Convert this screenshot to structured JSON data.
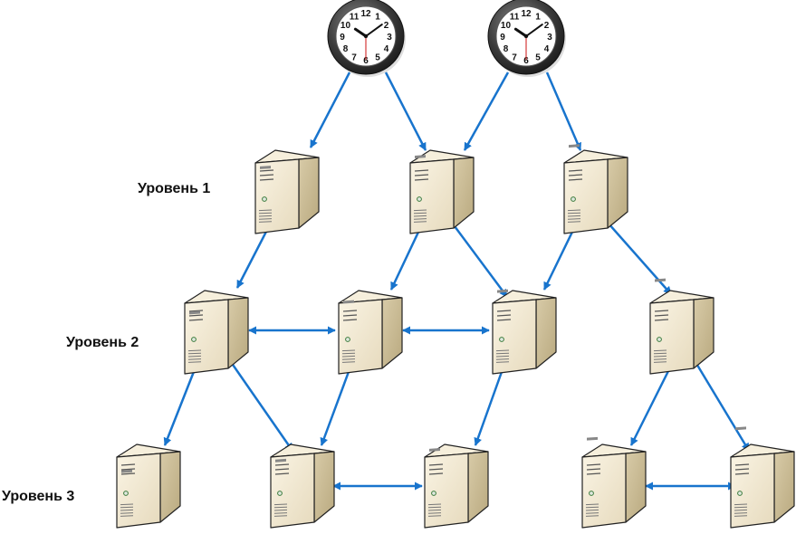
{
  "diagram": {
    "levels": [
      {
        "id": "level-1",
        "label": "Уровень 1"
      },
      {
        "id": "level-2",
        "label": "Уровень 2"
      },
      {
        "id": "level-3",
        "label": "Уровень 3"
      }
    ],
    "clocks": [
      {
        "id": "clock-1",
        "numerals": [
          "12",
          "1",
          "2",
          "3",
          "4",
          "5",
          "6",
          "7",
          "8",
          "9",
          "10",
          "11"
        ]
      },
      {
        "id": "clock-2",
        "numerals": [
          "12",
          "1",
          "2",
          "3",
          "4",
          "5",
          "6",
          "7",
          "8",
          "9",
          "10",
          "11"
        ]
      }
    ],
    "servers": [
      {
        "id": "s1-1",
        "level": 1
      },
      {
        "id": "s1-2",
        "level": 1
      },
      {
        "id": "s1-3",
        "level": 1
      },
      {
        "id": "s2-1",
        "level": 2
      },
      {
        "id": "s2-2",
        "level": 2
      },
      {
        "id": "s2-3",
        "level": 2
      },
      {
        "id": "s2-4",
        "level": 2
      },
      {
        "id": "s3-1",
        "level": 3
      },
      {
        "id": "s3-2",
        "level": 3
      },
      {
        "id": "s3-3",
        "level": 3
      },
      {
        "id": "s3-4",
        "level": 3
      },
      {
        "id": "s3-5",
        "level": 3
      }
    ],
    "links": [
      {
        "from": "clock-1",
        "to": "s1-1",
        "type": "directed"
      },
      {
        "from": "clock-1",
        "to": "s1-2",
        "type": "directed"
      },
      {
        "from": "clock-2",
        "to": "s1-2",
        "type": "directed"
      },
      {
        "from": "clock-2",
        "to": "s1-3",
        "type": "directed"
      },
      {
        "from": "s1-1",
        "to": "s2-1",
        "type": "directed"
      },
      {
        "from": "s1-2",
        "to": "s2-2",
        "type": "directed"
      },
      {
        "from": "s1-2",
        "to": "s2-3",
        "type": "directed"
      },
      {
        "from": "s1-3",
        "to": "s2-3",
        "type": "directed"
      },
      {
        "from": "s1-3",
        "to": "s2-4",
        "type": "directed"
      },
      {
        "from": "s2-1",
        "to": "s2-2",
        "type": "bidirectional"
      },
      {
        "from": "s2-2",
        "to": "s2-3",
        "type": "bidirectional"
      },
      {
        "from": "s2-1",
        "to": "s3-1",
        "type": "directed"
      },
      {
        "from": "s2-1",
        "to": "s3-2",
        "type": "directed"
      },
      {
        "from": "s2-2",
        "to": "s3-2",
        "type": "directed"
      },
      {
        "from": "s2-3",
        "to": "s3-3",
        "type": "directed"
      },
      {
        "from": "s2-4",
        "to": "s3-4",
        "type": "directed"
      },
      {
        "from": "s2-4",
        "to": "s3-5",
        "type": "directed"
      },
      {
        "from": "s3-2",
        "to": "s3-3",
        "type": "bidirectional"
      },
      {
        "from": "s3-4",
        "to": "s3-5",
        "type": "bidirectional"
      }
    ],
    "colors": {
      "arrow": "#1874cd",
      "server_front": "#efe6cf",
      "server_side": "#cdbf9b",
      "server_top": "#f6efdc",
      "outline": "#222222",
      "clock_rim": "#3a3a3a",
      "clock_face": "#ffffff",
      "second_hand": "#cc1111"
    }
  }
}
